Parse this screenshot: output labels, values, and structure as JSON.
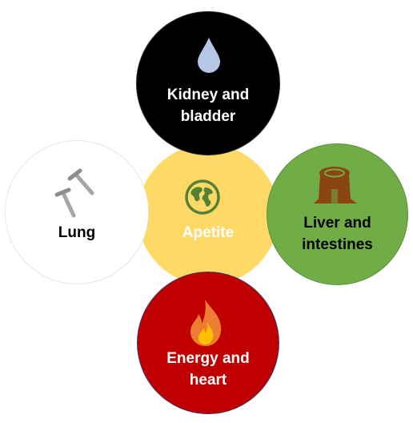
{
  "diagram": {
    "center": {
      "label": "Apetite",
      "icon": "globe-icon",
      "color": "#FFD966",
      "text_color": "#ffffff"
    },
    "top": {
      "label_line1": "Kidney and",
      "label_line2": "bladder",
      "icon": "water-drop-icon",
      "color": "#000000",
      "text_color": "#ffffff"
    },
    "left": {
      "label": "Lung",
      "icon": "nails-icon",
      "color": "#ffffff",
      "text_color": "#000000"
    },
    "right": {
      "label_line1": "Liver and",
      "label_line2": "intestines",
      "icon": "tree-stump-icon",
      "color": "#70AD47",
      "text_color": "#000000"
    },
    "bottom": {
      "label_line1": "Energy and",
      "label_line2": "heart",
      "icon": "fire-icon",
      "color": "#C00000",
      "text_color": "#ffffff"
    }
  }
}
